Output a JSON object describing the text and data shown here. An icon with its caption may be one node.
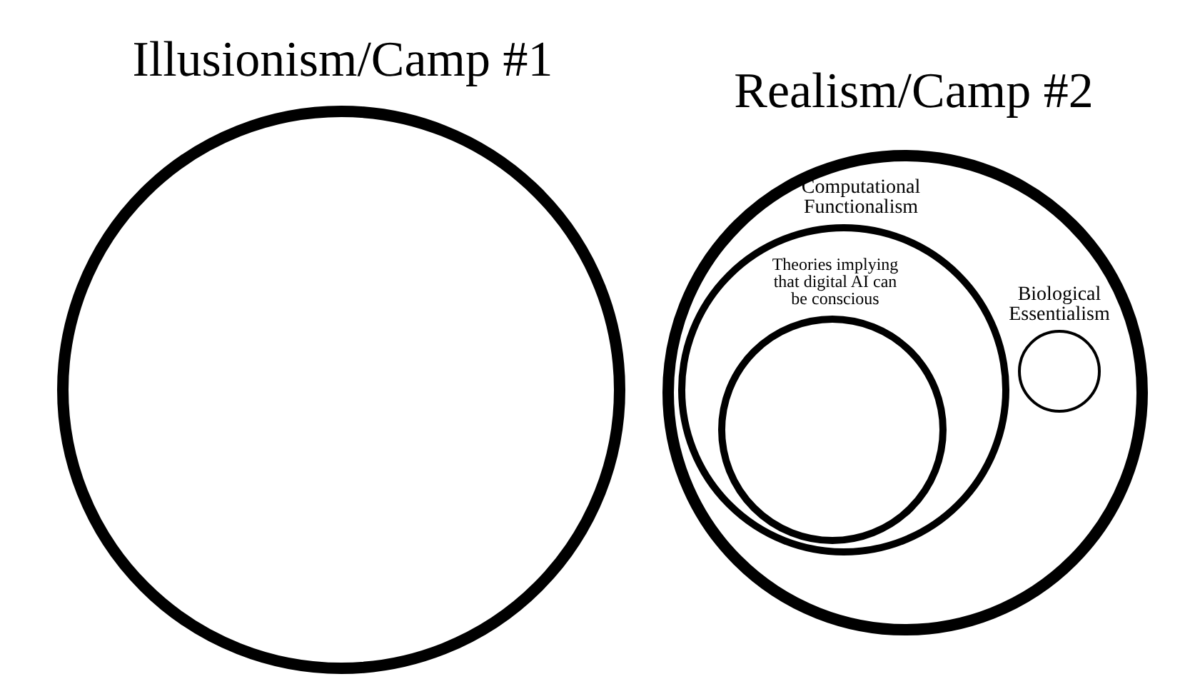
{
  "diagram": {
    "nodes": [
      {
        "text": [
          "Illusionism/Camp #1"
        ]
      },
      {
        "text": [
          "Realism/Camp #2"
        ]
      },
      {
        "text": [
          "Computational Functionalism"
        ],
        "in": 1
      },
      {
        "text": [
          "Theories implying that digital AI can be conscious"
        ],
        "in": 2
      },
      {
        "text": [
          "Biological Essentialism"
        ],
        "in": 1
      }
    ]
  }
}
